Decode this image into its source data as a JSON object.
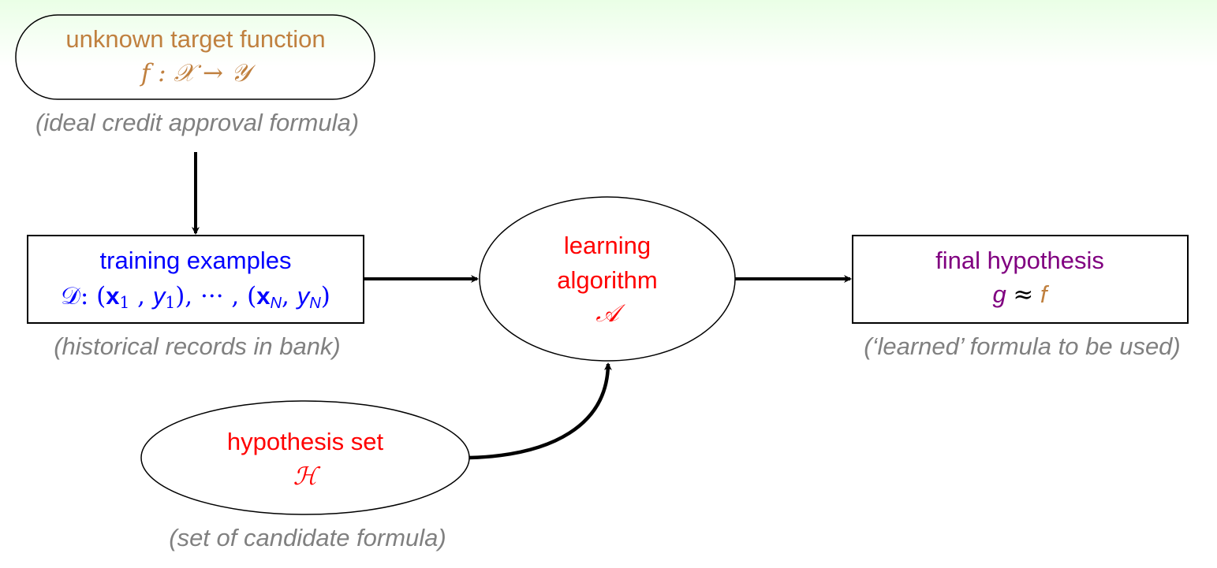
{
  "colors": {
    "target": "#c0803f",
    "training": "#0000ff",
    "algorithm": "#ff0000",
    "hypothesis_set": "#ff0000",
    "final": "#800080",
    "caption": "#808080",
    "stroke": "#000000"
  },
  "nodes": {
    "target": {
      "title": "unknown target function",
      "formula": "f : 𝒳 → 𝒴",
      "caption": "(ideal credit approval formula)"
    },
    "training": {
      "title": "training examples",
      "formula_prefix": "𝒟: (",
      "x1": "x",
      "sub1": "1",
      "y1": "y",
      "mid": "), ··· , (",
      "xN": "x",
      "subN": "N",
      "yN": "y",
      "end": ")",
      "caption": "(historical records in bank)"
    },
    "algorithm": {
      "line1": "learning",
      "line2": "algorithm",
      "symbol": "𝒜"
    },
    "final": {
      "title": "final hypothesis",
      "g": "g",
      "approx": "≈",
      "f": "f",
      "caption": "(‘learned’ formula to be used)"
    },
    "hypothesis_set": {
      "title": "hypothesis set",
      "symbol": "ℋ",
      "caption": "(set of candidate formula)"
    }
  },
  "edges": [
    {
      "from": "target",
      "to": "training"
    },
    {
      "from": "training",
      "to": "algorithm"
    },
    {
      "from": "algorithm",
      "to": "final"
    },
    {
      "from": "hypothesis_set",
      "to": "algorithm"
    }
  ]
}
